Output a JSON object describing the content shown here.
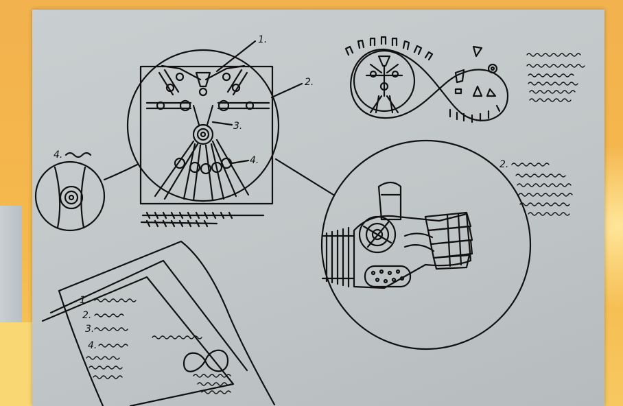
{
  "scene": {
    "labels": {
      "callout_1": "1.",
      "callout_2": "2.",
      "callout_3": "3.",
      "callout_4": "4.",
      "left_circle_label": "4.",
      "right_circle_label": "2.",
      "list_1": "1.",
      "list_2": "2.",
      "list_3": "3.",
      "list_4": "4."
    },
    "colors": {
      "background": "#f2b24e",
      "board": "#c5cbcc",
      "ink": "#111111"
    },
    "icons": [
      "infinity-symbol-icon"
    ]
  }
}
